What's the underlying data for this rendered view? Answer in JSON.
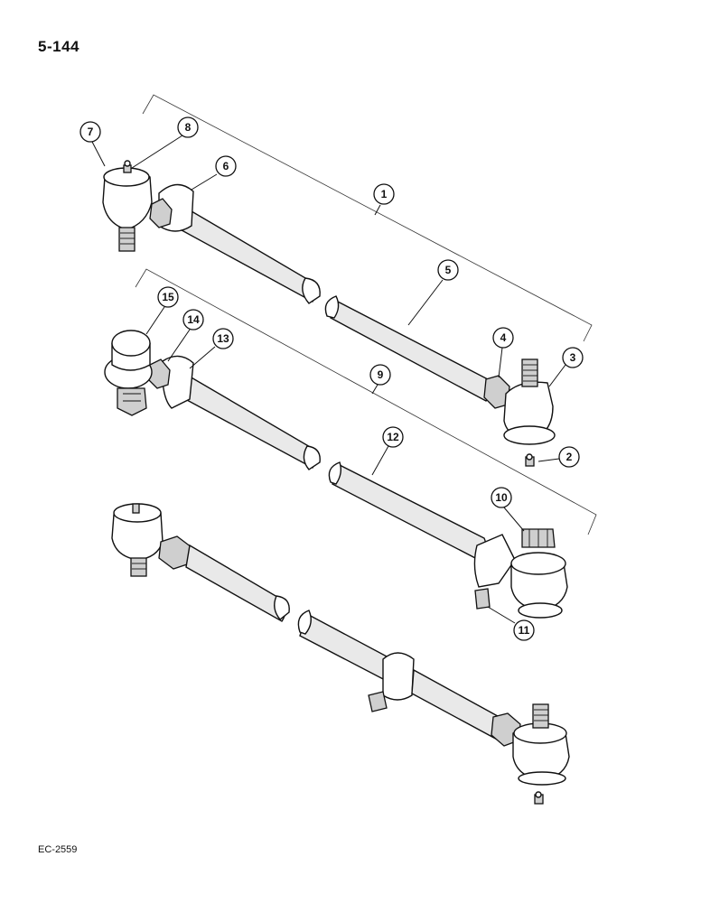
{
  "page_number": "5-144",
  "footer_code": "EC-2559",
  "callouts": [
    {
      "id": "c1",
      "label": "1"
    },
    {
      "id": "c2",
      "label": "2"
    },
    {
      "id": "c3",
      "label": "3"
    },
    {
      "id": "c4",
      "label": "4"
    },
    {
      "id": "c5",
      "label": "5"
    },
    {
      "id": "c6",
      "label": "6"
    },
    {
      "id": "c7",
      "label": "7"
    },
    {
      "id": "c8",
      "label": "8"
    },
    {
      "id": "c9",
      "label": "9"
    },
    {
      "id": "c10",
      "label": "10"
    },
    {
      "id": "c11",
      "label": "11"
    },
    {
      "id": "c12",
      "label": "12"
    },
    {
      "id": "c13",
      "label": "13"
    },
    {
      "id": "c14",
      "label": "14"
    },
    {
      "id": "c15",
      "label": "15"
    }
  ]
}
